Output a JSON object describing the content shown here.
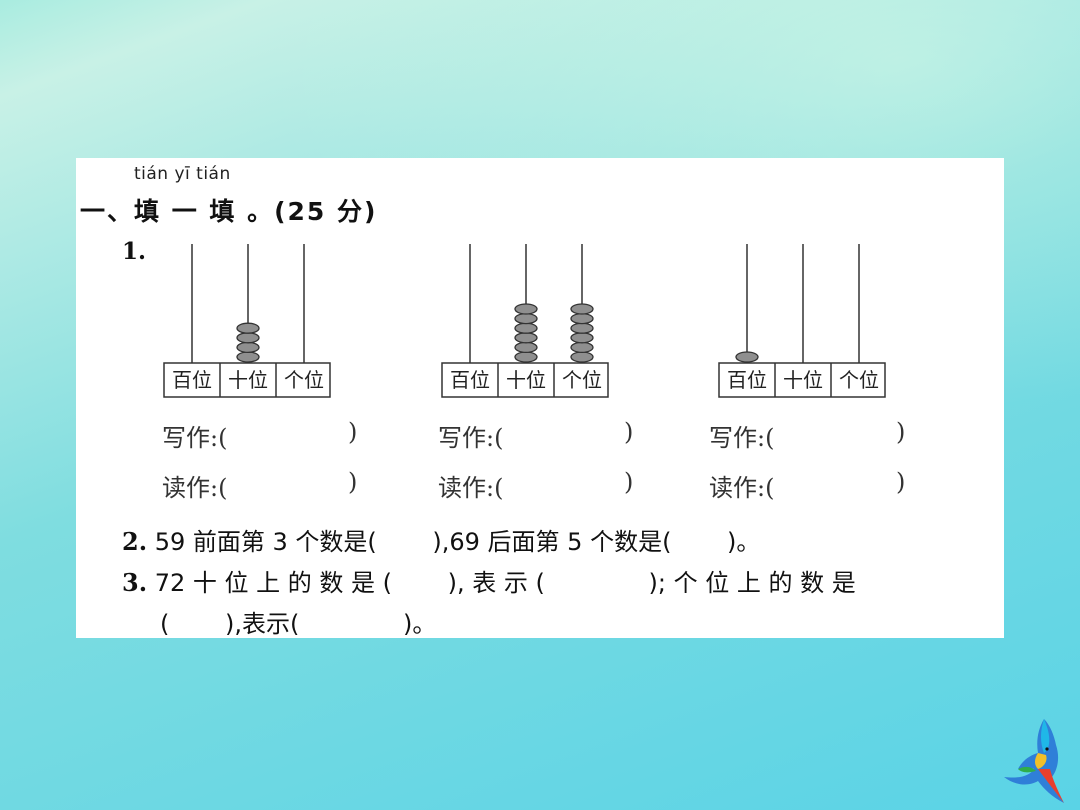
{
  "section": {
    "pinyin": "tián yī tián",
    "heading": "一、填 一 填 。(25 分)"
  },
  "question1": {
    "number": "1.",
    "abacuses": [
      {
        "place_labels": [
          "百位",
          "十位",
          "个位"
        ],
        "beads": {
          "hundreds": 0,
          "tens": 4,
          "ones": 0
        },
        "write_label": "写作:(",
        "read_label": "读作:(",
        "close": ")"
      },
      {
        "place_labels": [
          "百位",
          "十位",
          "个位"
        ],
        "beads": {
          "hundreds": 0,
          "tens": 6,
          "ones": 6
        },
        "write_label": "写作:(",
        "read_label": "读作:(",
        "close": ")"
      },
      {
        "place_labels": [
          "百位",
          "十位",
          "个位"
        ],
        "beads": {
          "hundreds": 1,
          "tens": 0,
          "ones": 0
        },
        "write_label": "写作:(",
        "read_label": "读作:(",
        "close": ")"
      }
    ]
  },
  "question2": {
    "number": "2.",
    "text": " 59 前面第 3 个数是(　　 ),69 后面第 5 个数是(　　 )。"
  },
  "question3": {
    "number": "3.",
    "line1": " 72 十 位 上 的 数 是 (　　 ), 表 示 (　　　　 ); 个 位 上 的 数 是",
    "line2": "(　　 ),表示(　　　　 )。"
  },
  "colors": {
    "bead": "#8f8f8f",
    "bead_stroke": "#333333",
    "rod": "#333333"
  }
}
